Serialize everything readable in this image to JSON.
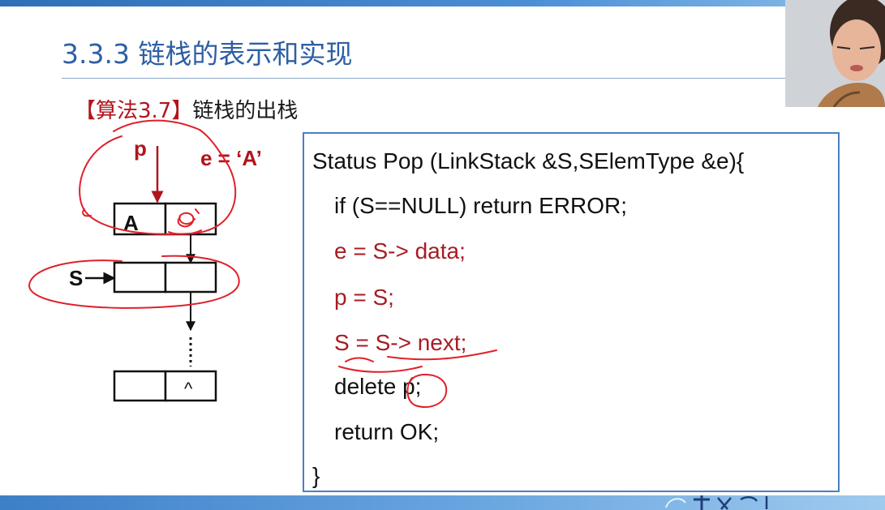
{
  "slide": {
    "title": "3.3.3 链栈的表示和实现",
    "subtitle_tag": "【算法3.7】",
    "subtitle_text": "链栈的出栈"
  },
  "diagram": {
    "pointer_p": "p",
    "assign_e": "e = ‘A’",
    "node_top_data": "A",
    "pointer_s": "S",
    "null_symbol": "^"
  },
  "code": {
    "lines": [
      "Status Pop (LinkStack &S,SElemType &e){",
      "if (S==NULL) return ERROR;",
      "e = S-> data;",
      "p = S;",
      "S =  S-> next;",
      "delete p;",
      "return OK;",
      "}"
    ]
  },
  "colors": {
    "title_blue": "#2e5fa3",
    "accent_red": "#b2141c",
    "code_red": "#a71c24",
    "box_border": "#4a7fc6",
    "ink_red": "#e0202a"
  }
}
